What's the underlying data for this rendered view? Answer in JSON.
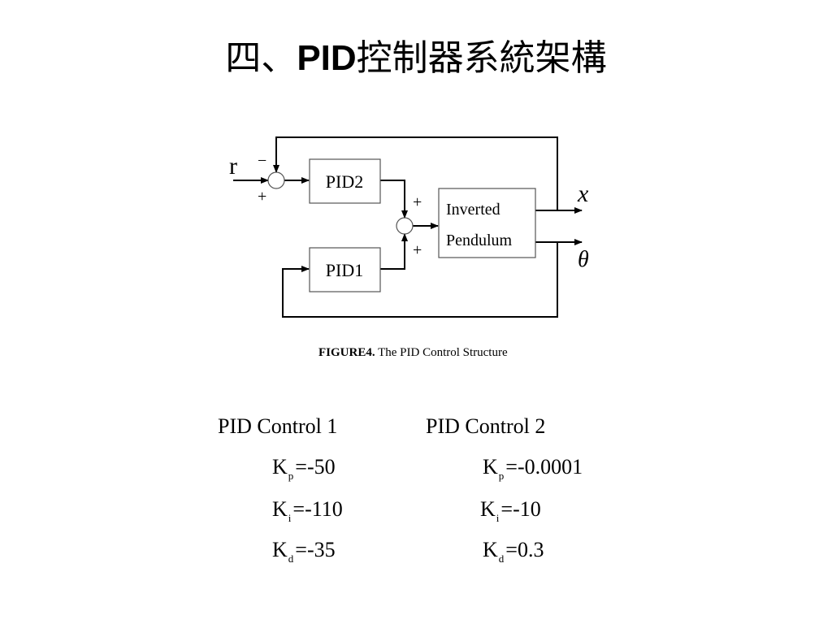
{
  "slide": {
    "title_prefix": "四、",
    "title_bold": "PID",
    "title_suffix": "控制器系統架構"
  },
  "diagram": {
    "blocks": {
      "pid2": "PID2",
      "pid1": "PID1",
      "plant_line1": "Inverted",
      "plant_line2": "Pendulum"
    },
    "signals": {
      "input": "r",
      "output_x": "x",
      "output_theta": "θ"
    },
    "signs": {
      "sum1_top": "−",
      "sum1_left": "+",
      "sum2_top": "+",
      "sum2_bottom": "+"
    },
    "caption_bold": "FIGURE4.",
    "caption_text": " The PID Control Structure"
  },
  "parameters": {
    "pid1": {
      "heading": "PID Control 1",
      "kp": {
        "symbol": "K",
        "sub": "p",
        "value": "=-50"
      },
      "ki": {
        "symbol": "K",
        "sub": "i",
        "value": "=-110"
      },
      "kd": {
        "symbol": "K",
        "sub": "d",
        "value": "=-35"
      }
    },
    "pid2": {
      "heading": "PID Control 2",
      "kp": {
        "symbol": "K",
        "sub": "p",
        "value": "=-0.0001"
      },
      "ki": {
        "symbol": "K",
        "sub": "i",
        "value": "=-10"
      },
      "kd": {
        "symbol": "K",
        "sub": "d",
        "value": "=0.3"
      }
    }
  }
}
